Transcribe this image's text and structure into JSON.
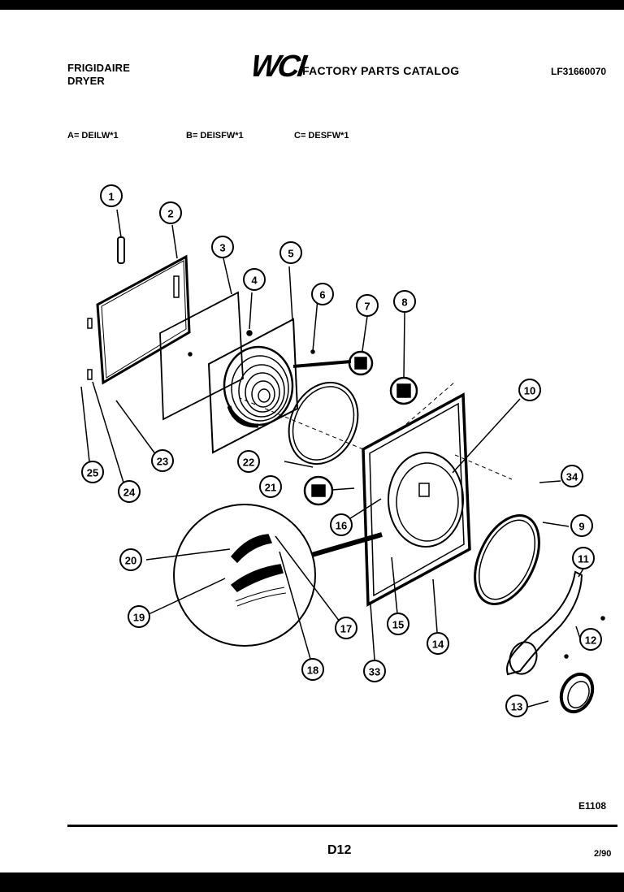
{
  "header": {
    "brand_line1": "FRIGIDAIRE",
    "brand_line2": "DRYER",
    "logo": "WCI",
    "catalog_title": "FACTORY PARTS CATALOG",
    "catalog_number": "LF31660070"
  },
  "models": [
    {
      "text": "A= DEILW*1"
    },
    {
      "text": "B= DEISFW*1"
    },
    {
      "text": "C= DESFW*1"
    }
  ],
  "callouts": [
    "1",
    "2",
    "3",
    "4",
    "5",
    "6",
    "7",
    "8",
    "10",
    "34",
    "9",
    "11",
    "12",
    "13",
    "25",
    "24",
    "23",
    "22",
    "21",
    "16",
    "20",
    "19",
    "17",
    "18",
    "33",
    "15",
    "14"
  ],
  "footer": {
    "diagram_code": "E1108",
    "page_number": "D12",
    "date": "2/90"
  }
}
